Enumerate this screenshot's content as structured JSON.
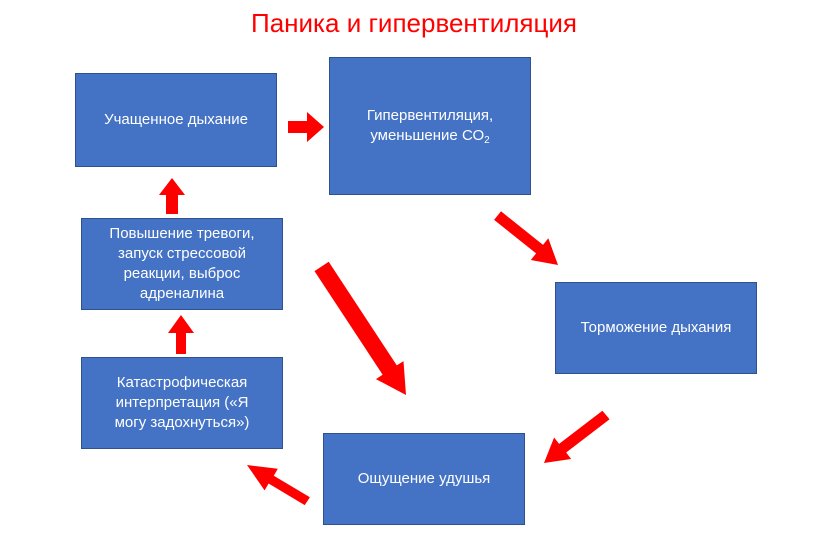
{
  "title": "Паника и гипервентиляция",
  "colors": {
    "title": "#ff0000",
    "box_fill": "#4472c4",
    "box_border": "#2f528f",
    "arrow": "#ff0000"
  },
  "nodes": [
    {
      "id": "rapid-breathing",
      "label": "Учащенное дыхание"
    },
    {
      "id": "hyperventilation",
      "label": "Гипервентиляция,\nуменьшение СО",
      "sub": "2"
    },
    {
      "id": "breathing-inhibition",
      "label": "Торможение дыхания"
    },
    {
      "id": "suffocation-feeling",
      "label": "Ощущение удушья"
    },
    {
      "id": "catastrophic-interpretation",
      "label": "Катастрофическая\nинтерпретация («Я\nмогу задохнуться»)"
    },
    {
      "id": "anxiety-increase",
      "label": "Повышение тревоги,\nзапуск стрессовой\nреакции, выброс\nадреналина"
    }
  ],
  "edges": [
    {
      "from": "rapid-breathing",
      "to": "hyperventilation"
    },
    {
      "from": "hyperventilation",
      "to": "breathing-inhibition"
    },
    {
      "from": "breathing-inhibition",
      "to": "suffocation-feeling"
    },
    {
      "from": "suffocation-feeling",
      "to": "catastrophic-interpretation"
    },
    {
      "from": "catastrophic-interpretation",
      "to": "anxiety-increase"
    },
    {
      "from": "anxiety-increase",
      "to": "rapid-breathing"
    },
    {
      "from": "anxiety-increase",
      "to": "suffocation-feeling"
    }
  ]
}
